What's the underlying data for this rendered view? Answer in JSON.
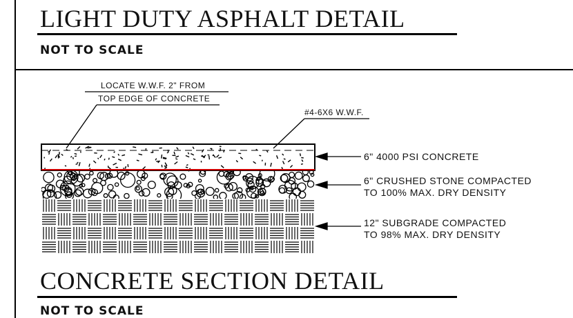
{
  "top_detail": {
    "title": "LIGHT DUTY ASPHALT DETAIL",
    "scale_note": "NOT TO SCALE"
  },
  "section_detail": {
    "callout_wwf_location_line1": "LOCATE W.W.F. 2\" FROM",
    "callout_wwf_location_line2": "TOP EDGE OF CONCRETE",
    "callout_wwf_spec": "#4-6X6 W.W.F.",
    "layer_concrete": "6\" 4000 PSI CONCRETE",
    "layer_stone_line1": "6\" CRUSHED STONE COMPACTED",
    "layer_stone_line2": "TO 100% MAX. DRY DENSITY",
    "layer_subgrade_line1": "12\" SUBGRADE COMPACTED",
    "layer_subgrade_line2": "TO 98% MAX. DRY DENSITY",
    "title": "CONCRETE SECTION DETAIL",
    "scale_note": "NOT TO SCALE"
  },
  "colors": {
    "line": "#000000",
    "wwf_line": "#cc0000"
  }
}
